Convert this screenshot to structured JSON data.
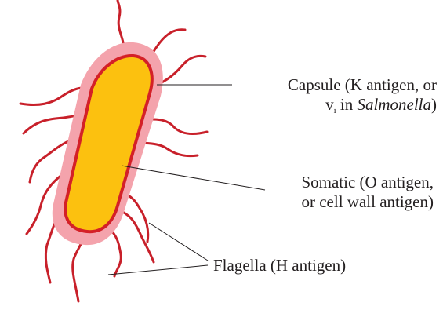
{
  "labels": {
    "capsule": {
      "line1": "Capsule (K antigen, or",
      "line2_prefix": "v",
      "line2_subscript": "i",
      "line2_middle": " in ",
      "line2_italic": "Salmonella",
      "line2_suffix": ")"
    },
    "somatic": {
      "line1": "Somatic (O antigen,",
      "line2": "or cell wall antigen)"
    },
    "flagella": {
      "text": "Flagella (H antigen)"
    }
  },
  "colors": {
    "capsule_fill": "#f4a3ac",
    "cell_body_fill": "#fcc10f",
    "cell_wall_stroke": "#d42027",
    "flagella_stroke": "#c8202a",
    "leader_line": "#231f20",
    "text": "#231f20"
  }
}
